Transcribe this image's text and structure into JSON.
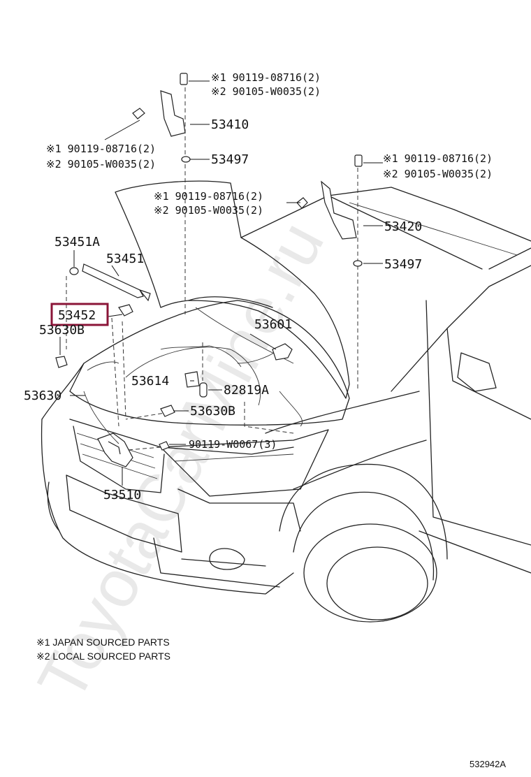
{
  "watermark": "ToyotaCarMine.ru",
  "highlight_color": "#8b1538",
  "diagram_code": "532942A",
  "legend": [
    "※1 JAPAN SOURCED PARTS",
    "※2 LOCAL SOURCED PARTS"
  ],
  "bolt_refs": {
    "top": [
      "※1 90119-08716(2)",
      "※2 90105-W0035(2)"
    ],
    "left": [
      "※1 90119-08716(2)",
      "※2 90105-W0035(2)"
    ],
    "right": [
      "※1 90119-08716(2)",
      "※2 90105-W0035(2)"
    ],
    "center": [
      "※1 90119-08716(2)",
      "※2 90105-W0035(2)"
    ]
  },
  "parts": {
    "p53410": "53410",
    "p53497a": "53497",
    "p53420": "53420",
    "p53497b": "53497",
    "p53451a": "53451A",
    "p53451": "53451",
    "p53452": "53452",
    "p53630b_left": "53630B",
    "p53601": "53601",
    "p53614": "53614",
    "p82819a": "82819A",
    "p53630": "53630",
    "p53630b_center": "53630B",
    "p90119w": "90119-W0067(3)",
    "p53510": "53510"
  }
}
